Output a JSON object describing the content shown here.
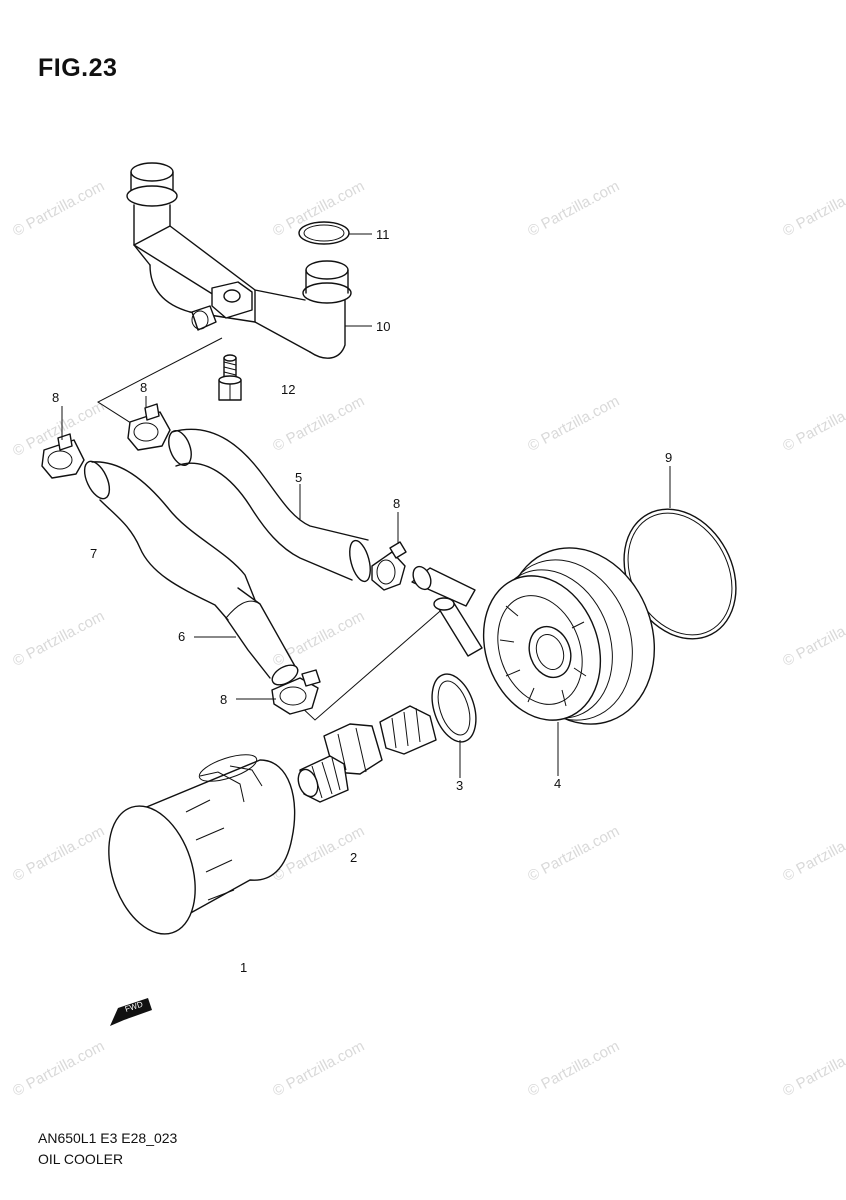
{
  "figure": {
    "title": "FIG.23",
    "code": "AN650L1 E3 E28_023",
    "name": "OIL COOLER"
  },
  "watermark": "© Partzilla.com",
  "direction_marker": "FWD",
  "callouts": [
    {
      "id": "c1",
      "label": "1"
    },
    {
      "id": "c2",
      "label": "2"
    },
    {
      "id": "c3",
      "label": "3"
    },
    {
      "id": "c4",
      "label": "4"
    },
    {
      "id": "c5",
      "label": "5"
    },
    {
      "id": "c6",
      "label": "6"
    },
    {
      "id": "c7",
      "label": "7"
    },
    {
      "id": "c8a",
      "label": "8"
    },
    {
      "id": "c8b",
      "label": "8"
    },
    {
      "id": "c8c",
      "label": "8"
    },
    {
      "id": "c8d",
      "label": "8"
    },
    {
      "id": "c9",
      "label": "9"
    },
    {
      "id": "c10",
      "label": "10"
    },
    {
      "id": "c11",
      "label": "11"
    },
    {
      "id": "c12",
      "label": "12"
    }
  ]
}
